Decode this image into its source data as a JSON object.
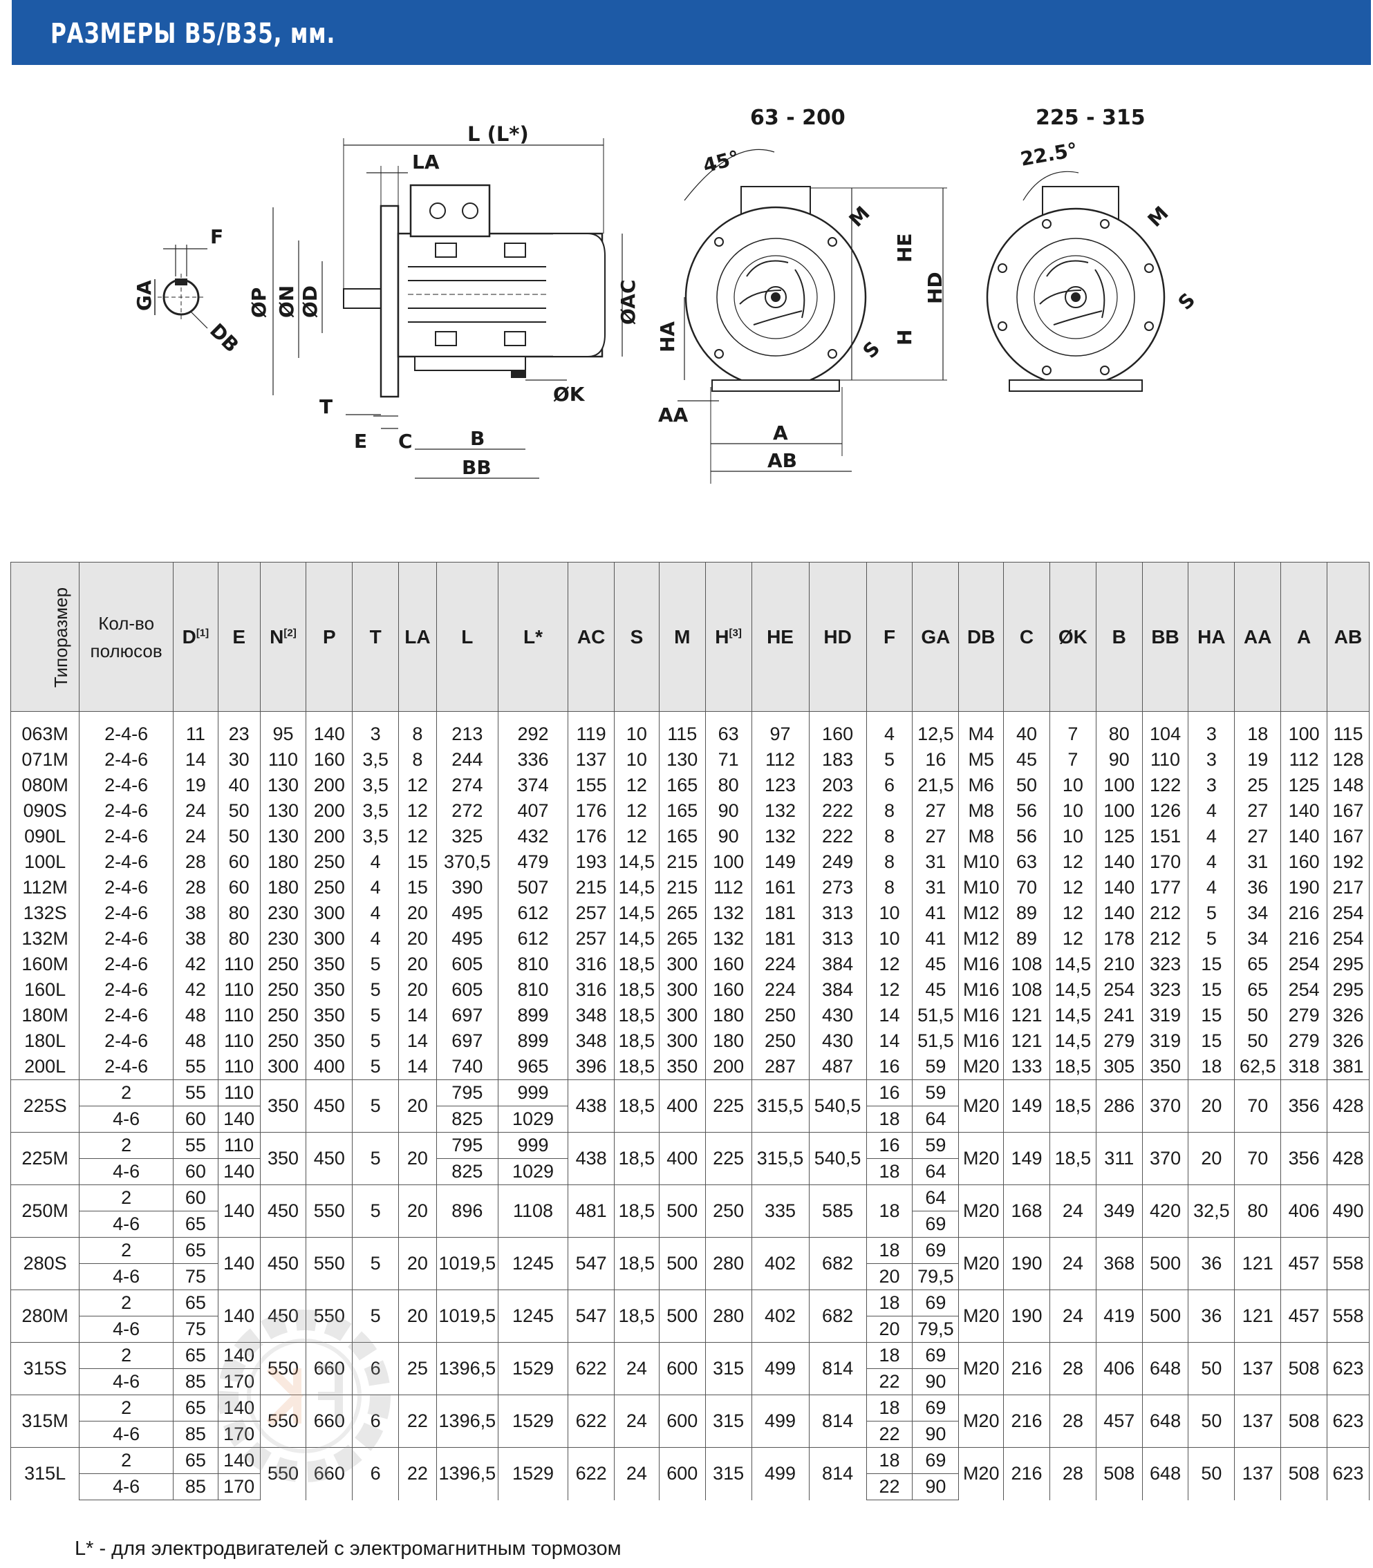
{
  "title": "РАЗМЕРЫ B5/B35, мм.",
  "drawing": {
    "view_labels": {
      "range_a": "63 - 200",
      "range_b": "225 - 315"
    },
    "angles": {
      "a": "45°",
      "b": "22.5°"
    },
    "labels": {
      "l": "L (L*)",
      "la": "LA",
      "f": "F",
      "ga": "GA",
      "db": "DB",
      "p": "ØP",
      "n": "ØN",
      "d": "ØD",
      "ac": "ØAC",
      "t": "T",
      "e": "E",
      "c": "C",
      "b": "B",
      "bb": "BB",
      "k": "ØK",
      "m": "M",
      "he": "HE",
      "hd": "HD",
      "ha": "HA",
      "h": "H",
      "s": "S",
      "aa": "AA",
      "a": "A",
      "ab": "AB"
    }
  },
  "table": {
    "headers": {
      "size": "Типоразмер",
      "poles": "Кол-во полюсов",
      "d": "D",
      "d_sup": "[1]",
      "e": "E",
      "n": "N",
      "n_sup": "[2]",
      "p": "P",
      "t": "T",
      "la": "LA",
      "l": "L",
      "lstar": "L*",
      "ac": "AC",
      "s": "S",
      "m": "M",
      "h": "H",
      "h_sup": "[3]",
      "he": "HE",
      "hd": "HD",
      "f": "F",
      "ga": "GA",
      "db": "DB",
      "c": "C",
      "k": "ØK",
      "b": "B",
      "bb": "BB",
      "ha": "HA",
      "aa": "AA",
      "a": "A",
      "ab": "AB"
    },
    "rows": [
      [
        "063M",
        "2-4-6",
        "11",
        "23",
        "95",
        "140",
        "3",
        "8",
        "213",
        "292",
        "119",
        "10",
        "115",
        "63",
        "97",
        "160",
        "4",
        "12,5",
        "M4",
        "40",
        "7",
        "80",
        "104",
        "3",
        "18",
        "100",
        "115"
      ],
      [
        "071M",
        "2-4-6",
        "14",
        "30",
        "110",
        "160",
        "3,5",
        "8",
        "244",
        "336",
        "137",
        "10",
        "130",
        "71",
        "112",
        "183",
        "5",
        "16",
        "M5",
        "45",
        "7",
        "90",
        "110",
        "3",
        "19",
        "112",
        "128"
      ],
      [
        "080M",
        "2-4-6",
        "19",
        "40",
        "130",
        "200",
        "3,5",
        "12",
        "274",
        "374",
        "155",
        "12",
        "165",
        "80",
        "123",
        "203",
        "6",
        "21,5",
        "M6",
        "50",
        "10",
        "100",
        "122",
        "3",
        "25",
        "125",
        "148"
      ],
      [
        "090S",
        "2-4-6",
        "24",
        "50",
        "130",
        "200",
        "3,5",
        "12",
        "272",
        "407",
        "176",
        "12",
        "165",
        "90",
        "132",
        "222",
        "8",
        "27",
        "M8",
        "56",
        "10",
        "100",
        "126",
        "4",
        "27",
        "140",
        "167"
      ],
      [
        "090L",
        "2-4-6",
        "24",
        "50",
        "130",
        "200",
        "3,5",
        "12",
        "325",
        "432",
        "176",
        "12",
        "165",
        "90",
        "132",
        "222",
        "8",
        "27",
        "M8",
        "56",
        "10",
        "125",
        "151",
        "4",
        "27",
        "140",
        "167"
      ],
      [
        "100L",
        "2-4-6",
        "28",
        "60",
        "180",
        "250",
        "4",
        "15",
        "370,5",
        "479",
        "193",
        "14,5",
        "215",
        "100",
        "149",
        "249",
        "8",
        "31",
        "M10",
        "63",
        "12",
        "140",
        "170",
        "4",
        "31",
        "160",
        "192"
      ],
      [
        "112M",
        "2-4-6",
        "28",
        "60",
        "180",
        "250",
        "4",
        "15",
        "390",
        "507",
        "215",
        "14,5",
        "215",
        "112",
        "161",
        "273",
        "8",
        "31",
        "M10",
        "70",
        "12",
        "140",
        "177",
        "4",
        "36",
        "190",
        "217"
      ],
      [
        "132S",
        "2-4-6",
        "38",
        "80",
        "230",
        "300",
        "4",
        "20",
        "495",
        "612",
        "257",
        "14,5",
        "265",
        "132",
        "181",
        "313",
        "10",
        "41",
        "M12",
        "89",
        "12",
        "140",
        "212",
        "5",
        "34",
        "216",
        "254"
      ],
      [
        "132M",
        "2-4-6",
        "38",
        "80",
        "230",
        "300",
        "4",
        "20",
        "495",
        "612",
        "257",
        "14,5",
        "265",
        "132",
        "181",
        "313",
        "10",
        "41",
        "M12",
        "89",
        "12",
        "178",
        "212",
        "5",
        "34",
        "216",
        "254"
      ],
      [
        "160M",
        "2-4-6",
        "42",
        "110",
        "250",
        "350",
        "5",
        "20",
        "605",
        "810",
        "316",
        "18,5",
        "300",
        "160",
        "224",
        "384",
        "12",
        "45",
        "M16",
        "108",
        "14,5",
        "210",
        "323",
        "15",
        "65",
        "254",
        "295"
      ],
      [
        "160L",
        "2-4-6",
        "42",
        "110",
        "250",
        "350",
        "5",
        "20",
        "605",
        "810",
        "316",
        "18,5",
        "300",
        "160",
        "224",
        "384",
        "12",
        "45",
        "M16",
        "108",
        "14,5",
        "254",
        "323",
        "15",
        "65",
        "254",
        "295"
      ],
      [
        "180M",
        "2-4-6",
        "48",
        "110",
        "250",
        "350",
        "5",
        "14",
        "697",
        "899",
        "348",
        "18,5",
        "300",
        "180",
        "250",
        "430",
        "14",
        "51,5",
        "M16",
        "121",
        "14,5",
        "241",
        "319",
        "15",
        "50",
        "279",
        "326"
      ],
      [
        "180L",
        "2-4-6",
        "48",
        "110",
        "250",
        "350",
        "5",
        "14",
        "697",
        "899",
        "348",
        "18,5",
        "300",
        "180",
        "250",
        "430",
        "14",
        "51,5",
        "M16",
        "121",
        "14,5",
        "279",
        "319",
        "15",
        "50",
        "279",
        "326"
      ],
      [
        "200L",
        "2-4-6",
        "55",
        "110",
        "300",
        "400",
        "5",
        "14",
        "740",
        "965",
        "396",
        "18,5",
        "350",
        "200",
        "287",
        "487",
        "16",
        "59",
        "M20",
        "133",
        "18,5",
        "305",
        "350",
        "18",
        "62,5",
        "318",
        "381"
      ]
    ],
    "split_rows": [
      {
        "size": "225S",
        "poles": [
          "2",
          "4-6"
        ],
        "d": [
          "55",
          "60"
        ],
        "e": [
          "110",
          "140"
        ],
        "n": "350",
        "p": "450",
        "t": "5",
        "la": "20",
        "l": [
          "795",
          "825"
        ],
        "lstar": [
          "999",
          "1029"
        ],
        "ac": "438",
        "s": "18,5",
        "m": "400",
        "h": "225",
        "he": "315,5",
        "hd": "540,5",
        "f": [
          "16",
          "18"
        ],
        "ga": [
          "59",
          "64"
        ],
        "db": "M20",
        "c": "149",
        "k": "18,5",
        "b": "286",
        "bb": "370",
        "ha": "20",
        "aa": "70",
        "a": "356",
        "ab": "428"
      },
      {
        "size": "225M",
        "poles": [
          "2",
          "4-6"
        ],
        "d": [
          "55",
          "60"
        ],
        "e": [
          "110",
          "140"
        ],
        "n": "350",
        "p": "450",
        "t": "5",
        "la": "20",
        "l": [
          "795",
          "825"
        ],
        "lstar": [
          "999",
          "1029"
        ],
        "ac": "438",
        "s": "18,5",
        "m": "400",
        "h": "225",
        "he": "315,5",
        "hd": "540,5",
        "f": [
          "16",
          "18"
        ],
        "ga": [
          "59",
          "64"
        ],
        "db": "M20",
        "c": "149",
        "k": "18,5",
        "b": "311",
        "bb": "370",
        "ha": "20",
        "aa": "70",
        "a": "356",
        "ab": "428"
      },
      {
        "size": "250M",
        "poles": [
          "2",
          "4-6"
        ],
        "d": [
          "60",
          "65"
        ],
        "e": "140",
        "n": "450",
        "p": "550",
        "t": "5",
        "la": "20",
        "l": "896",
        "lstar": "1108",
        "ac": "481",
        "s": "18,5",
        "m": "500",
        "h": "250",
        "he": "335",
        "hd": "585",
        "f": "18",
        "ga": [
          "64",
          "69"
        ],
        "db": "M20",
        "c": "168",
        "k": "24",
        "b": "349",
        "bb": "420",
        "ha": "32,5",
        "aa": "80",
        "a": "406",
        "ab": "490"
      },
      {
        "size": "280S",
        "poles": [
          "2",
          "4-6"
        ],
        "d": [
          "65",
          "75"
        ],
        "e": "140",
        "n": "450",
        "p": "550",
        "t": "5",
        "la": "20",
        "l": "1019,5",
        "lstar": "1245",
        "ac": "547",
        "s": "18,5",
        "m": "500",
        "h": "280",
        "he": "402",
        "hd": "682",
        "f": [
          "18",
          "20"
        ],
        "ga": [
          "69",
          "79,5"
        ],
        "db": "M20",
        "c": "190",
        "k": "24",
        "b": "368",
        "bb": "500",
        "ha": "36",
        "aa": "121",
        "a": "457",
        "ab": "558"
      },
      {
        "size": "280M",
        "poles": [
          "2",
          "4-6"
        ],
        "d": [
          "65",
          "75"
        ],
        "e": "140",
        "n": "450",
        "p": "550",
        "t": "5",
        "la": "20",
        "l": "1019,5",
        "lstar": "1245",
        "ac": "547",
        "s": "18,5",
        "m": "500",
        "h": "280",
        "he": "402",
        "hd": "682",
        "f": [
          "18",
          "20"
        ],
        "ga": [
          "69",
          "79,5"
        ],
        "db": "M20",
        "c": "190",
        "k": "24",
        "b": "419",
        "bb": "500",
        "ha": "36",
        "aa": "121",
        "a": "457",
        "ab": "558"
      },
      {
        "size": "315S",
        "poles": [
          "2",
          "4-6"
        ],
        "d": [
          "65",
          "85"
        ],
        "e": [
          "140",
          "170"
        ],
        "n": "550",
        "p": "660",
        "t": "6",
        "la": "25",
        "l": "1396,5",
        "lstar": "1529",
        "ac": "622",
        "s": "24",
        "m": "600",
        "h": "315",
        "he": "499",
        "hd": "814",
        "f": [
          "18",
          "22"
        ],
        "ga": [
          "69",
          "90"
        ],
        "db": "M20",
        "c": "216",
        "k": "28",
        "b": "406",
        "bb": "648",
        "ha": "50",
        "aa": "137",
        "a": "508",
        "ab": "623"
      },
      {
        "size": "315M",
        "poles": [
          "2",
          "4-6"
        ],
        "d": [
          "65",
          "85"
        ],
        "e": [
          "140",
          "170"
        ],
        "n": "550",
        "p": "660",
        "t": "6",
        "la": "22",
        "l": "1396,5",
        "lstar": "1529",
        "ac": "622",
        "s": "24",
        "m": "600",
        "h": "315",
        "he": "499",
        "hd": "814",
        "f": [
          "18",
          "22"
        ],
        "ga": [
          "69",
          "90"
        ],
        "db": "M20",
        "c": "216",
        "k": "28",
        "b": "457",
        "bb": "648",
        "ha": "50",
        "aa": "137",
        "a": "508",
        "ab": "623"
      },
      {
        "size": "315L",
        "poles": [
          "2",
          "4-6"
        ],
        "d": [
          "65",
          "85"
        ],
        "e": [
          "140",
          "170"
        ],
        "n": "550",
        "p": "660",
        "t": "6",
        "la": "22",
        "l": "1396,5",
        "lstar": "1529",
        "ac": "622",
        "s": "24",
        "m": "600",
        "h": "315",
        "he": "499",
        "hd": "814",
        "f": [
          "18",
          "22"
        ],
        "ga": [
          "69",
          "90"
        ],
        "db": "M20",
        "c": "216",
        "k": "28",
        "b": "508",
        "bb": "648",
        "ha": "50",
        "aa": "137",
        "a": "508",
        "ab": "623"
      }
    ]
  },
  "footnote": "L* - для электродвигателей с электромагнитным тормозом",
  "colors": {
    "banner": "#1d5aa6",
    "header_bg": "#e6e6e6",
    "watermark": "#e8a070"
  }
}
